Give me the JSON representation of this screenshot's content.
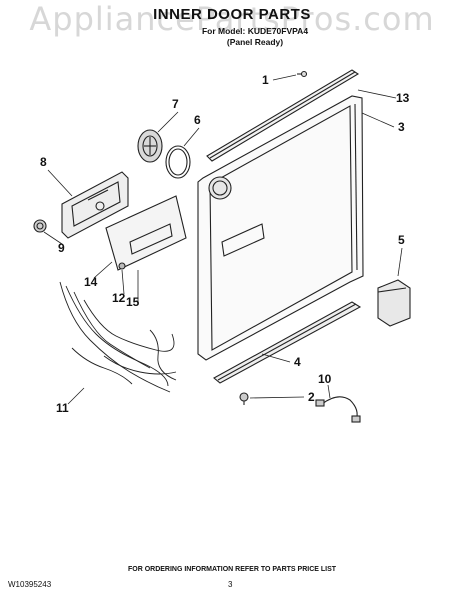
{
  "watermark": "AppliancePartsPros.com",
  "header": {
    "title": "INNER DOOR PARTS",
    "model_line": "For Model: KUDE70FVPA4",
    "panel_line": "(Panel Ready)"
  },
  "callouts": {
    "c1": "1",
    "c2": "2",
    "c3": "3",
    "c4": "4",
    "c5": "5",
    "c6": "6",
    "c7": "7",
    "c8": "8",
    "c9": "9",
    "c10": "10",
    "c11": "11",
    "c12": "12",
    "c13": "13",
    "c14": "14",
    "c15": "15"
  },
  "footer": {
    "note": "FOR ORDERING INFORMATION REFER TO PARTS PRICE LIST",
    "doc_number": "W10395243",
    "page": "3"
  }
}
